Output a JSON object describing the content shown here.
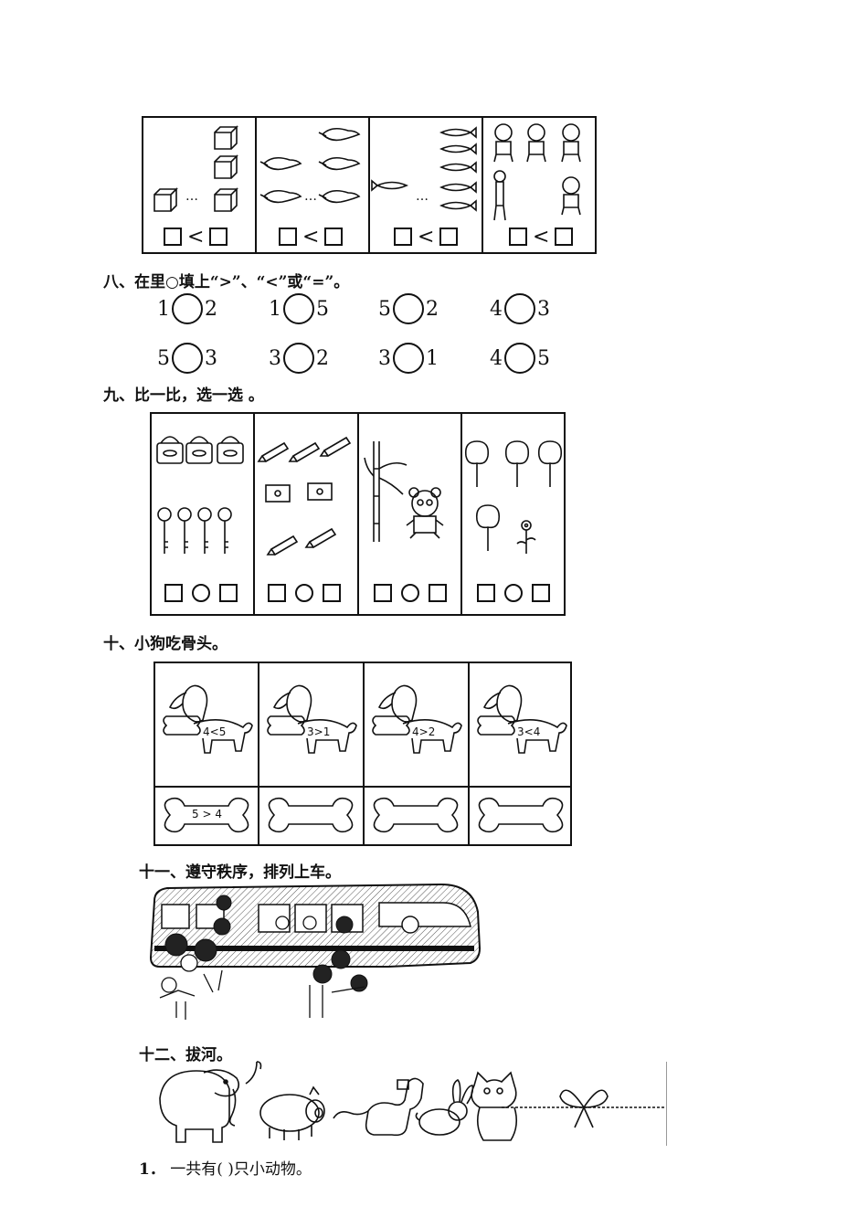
{
  "section7": {
    "cells": [
      {
        "picture": "cube-icon",
        "relation": "<"
      },
      {
        "picture": "duck-icon",
        "relation": "<"
      },
      {
        "picture": "fish-icon",
        "relation": "<"
      },
      {
        "picture": "child-icon",
        "relation": "<"
      }
    ],
    "dots": "…"
  },
  "section8": {
    "heading": "八、在里○填上“>”、“<”或“=”。",
    "rows": [
      [
        {
          "a": "1",
          "b": "2"
        },
        {
          "a": "1",
          "b": "5"
        },
        {
          "a": "5",
          "b": "2"
        },
        {
          "a": "4",
          "b": "3"
        }
      ],
      [
        {
          "a": "5",
          "b": "3"
        },
        {
          "a": "3",
          "b": "2"
        },
        {
          "a": "3",
          "b": "1"
        },
        {
          "a": "4",
          "b": "5"
        }
      ]
    ]
  },
  "section9": {
    "heading": "九、比一比，选一选 。",
    "cells": [
      {
        "top": "lock-icon",
        "bottom": "key-icon"
      },
      {
        "top": "pencil-icon",
        "bottom": "sharpener-icon"
      },
      {
        "top": "bamboo-icon",
        "bottom": "panda-icon"
      },
      {
        "top": "tree-icon",
        "bottom": "flower-icon"
      }
    ]
  },
  "section10": {
    "heading": "十、小狗吃骨头。",
    "dogs": [
      "4<5",
      "3>1",
      "4>2",
      "3<4"
    ],
    "bones": [
      "5 > 4",
      "",
      "",
      ""
    ]
  },
  "section11": {
    "heading": "十一、遵守秩序，排列上车。",
    "picture": "bus-icon"
  },
  "section12": {
    "heading": "十二、拔河。",
    "animals": [
      "elephant-icon",
      "pig-icon",
      "dog-icon",
      "rabbit-icon",
      "cat-icon"
    ],
    "question_number": "1．",
    "question": "一共有(   )只小动物。"
  }
}
